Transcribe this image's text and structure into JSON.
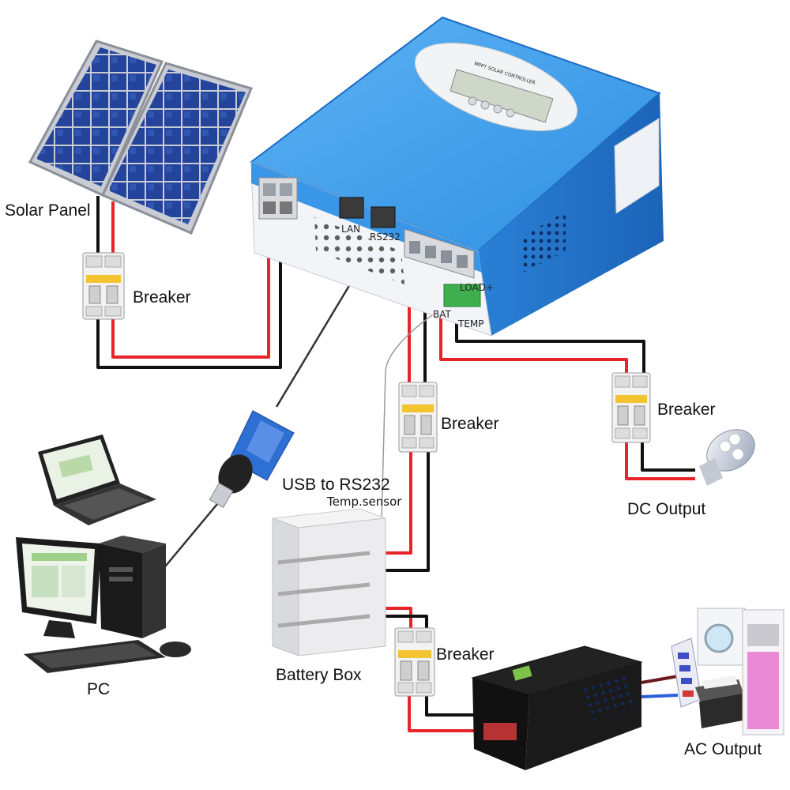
{
  "labels": {
    "solar_panel": "Solar Panel",
    "breaker": "Breaker",
    "usb_to_rs232": "USB to RS232",
    "temp_sensor": "Temp.sensor",
    "battery_box": "Battery Box",
    "pc": "PC",
    "dc_output": "DC Output",
    "ac_output": "AC Output"
  },
  "controller": {
    "lcd_title": "MPPT SOLAR CONTROLLER",
    "lan_port": "LAN",
    "rs232_port": "RS232",
    "load_terminal": "LOAD+",
    "bat_terminal": "BAT",
    "temp_terminal": "TEMP"
  },
  "colors": {
    "controller_blue": "#2f8fe0",
    "wire_red": "#e8232a",
    "wire_black": "#111111",
    "panel_cell": "#1f3f8e",
    "breaker_label_yellow": "#f4c430",
    "ac_wire_blue": "#2b5fd9"
  }
}
